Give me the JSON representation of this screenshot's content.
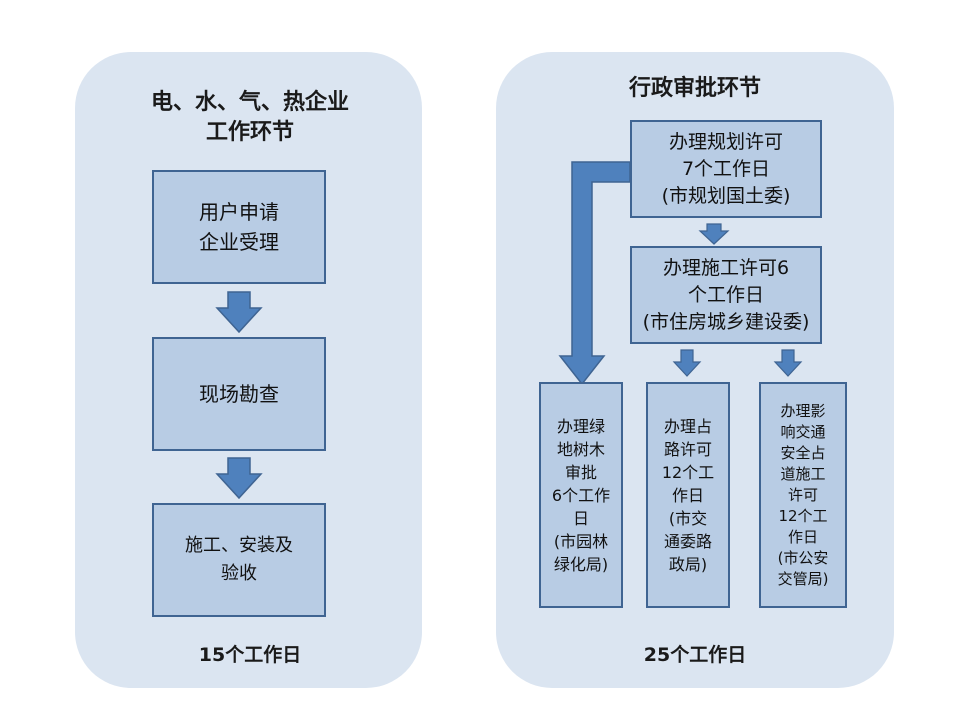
{
  "left_panel": {
    "title": "电、水、气、热企业\n工作环节",
    "steps": [
      "用户申请\n企业受理",
      "现场勘查",
      "施工、安装及\n验收"
    ],
    "total": "15个工作日"
  },
  "right_panel": {
    "title": "行政审批环节",
    "planning_box": "办理规划许可\n7个工作日\n(市规划国土委)",
    "construction_box": "办理施工许可6\n个工作日\n(市住房城乡建设委)",
    "green_box": "办理绿\n地树木\n审批\n6个工作\n日\n(市园林\n绿化局)",
    "road_box": "办理占\n路许可\n12个工\n作日\n(市交\n通委路\n政局)",
    "traffic_box": "办理影\n响交通\n安全占\n道施工\n许可\n12个工\n作日\n(市公安\n交管局)",
    "total": "25个工作日"
  },
  "colors": {
    "panel": "#dbe5f1",
    "box_fill": "#b8cce4",
    "box_border": "#3f6492",
    "arrow": "#4f81bd"
  }
}
